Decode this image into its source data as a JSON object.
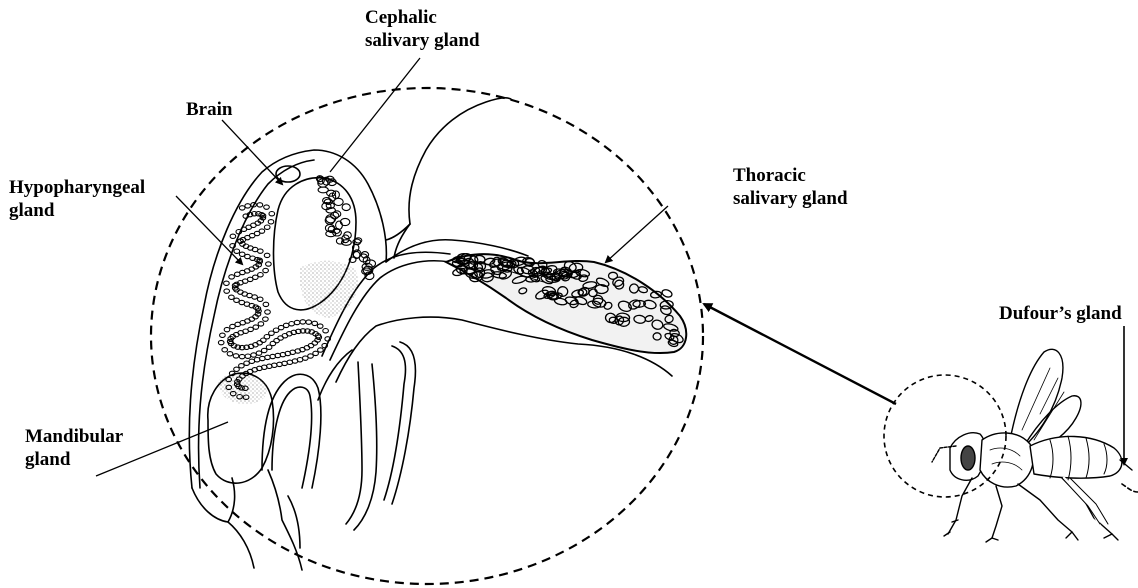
{
  "labels": {
    "cephalic": [
      "Cephalic",
      "salivary gland"
    ],
    "brain": [
      "Brain"
    ],
    "hypopharyngeal": [
      "Hypopharyngeal",
      "gland"
    ],
    "thoracic": [
      "Thoracic",
      "salivary gland"
    ],
    "mandibular": [
      "Mandibular",
      "gland"
    ],
    "dufour": [
      "Dufour’s gland"
    ]
  },
  "colors": {
    "ink": "#000000",
    "stipple": "#555555",
    "background": "#ffffff"
  }
}
